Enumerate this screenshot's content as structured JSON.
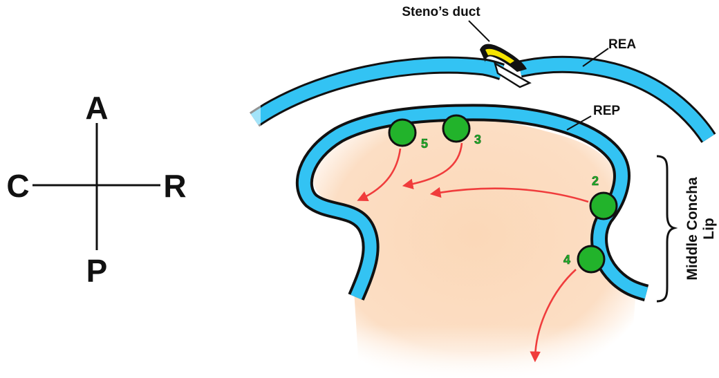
{
  "compass": {
    "top": "A",
    "bottom": "P",
    "left": "C",
    "right": "R"
  },
  "labels": {
    "stenos_duct": "Steno’s duct",
    "rea": "REA",
    "rep": "REP",
    "side_line1": "Middle Concha",
    "side_line2": "Lip"
  },
  "buds": [
    {
      "number": "5"
    },
    {
      "number": "3"
    },
    {
      "number": "2"
    },
    {
      "number": "4"
    }
  ],
  "colors": {
    "epithelium": "#33c3f3",
    "outline": "#111111",
    "tissue": "#fbdcc0",
    "bud": "#22b32b",
    "arrow": "#f03c3c",
    "duct": "#f5e400"
  }
}
